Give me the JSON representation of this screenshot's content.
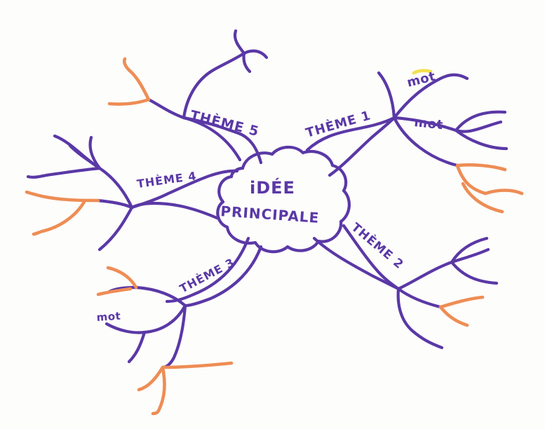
{
  "colors": {
    "ink": "#5a38a6",
    "accent": "#ee8d55",
    "highlight": "#f3e04c",
    "paper": "#fdfdfb"
  },
  "center": {
    "line1": "iDÉE",
    "line2": "PRINCIPALE"
  },
  "themes": {
    "t1": "THÈME 1",
    "t2": "THÈME 2",
    "t3": "THÈME 3",
    "t4": "THÈME 4",
    "t5": "THÈME 5"
  },
  "words": {
    "w1": "mot",
    "w2": "mot",
    "w3": "mot"
  }
}
